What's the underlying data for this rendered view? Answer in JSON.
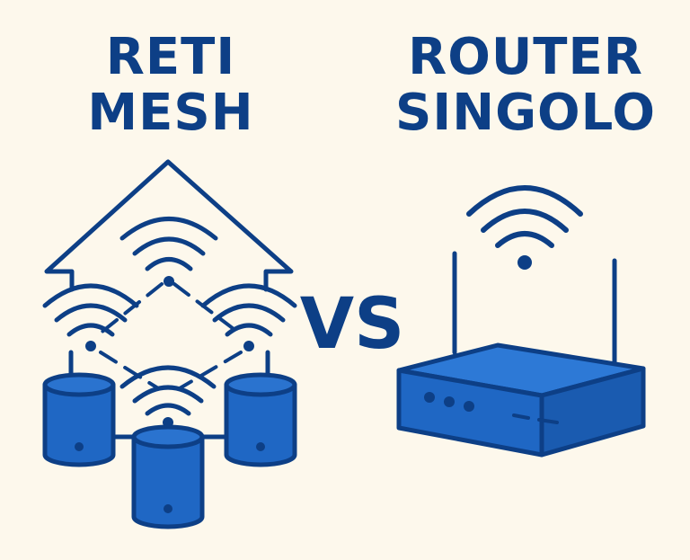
{
  "colors": {
    "background": "#fdf8ec",
    "navy": "#0d3f86",
    "blue": "#1f67c4"
  },
  "titles": {
    "mesh_line1": "RETI",
    "mesh_line2": "MESH",
    "router_line1": "ROUTER",
    "router_line2": "SINGOLO",
    "vs": "VS"
  },
  "icons": {
    "house": "house-outline-icon",
    "wifi": "wifi-signal-icon",
    "mesh_node": "mesh-node-cylinder-icon",
    "router": "wifi-router-icon"
  }
}
